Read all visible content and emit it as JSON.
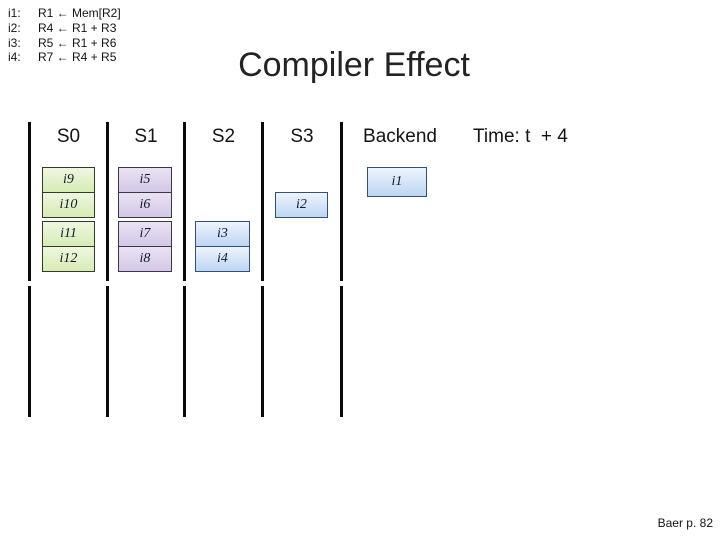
{
  "title": "Compiler Effect",
  "code_listing": [
    {
      "label": "i1:",
      "text": "R1 ← Mem[R2]"
    },
    {
      "label": "i2:",
      "text": "R4 ← R1 + R3"
    },
    {
      "label": "i3:",
      "text": "R5 ← R1 + R6"
    },
    {
      "label": "i4:",
      "text": "R7 ← R4 + R5"
    }
  ],
  "pipeline": {
    "stage_headers": [
      "S0",
      "S1",
      "S2",
      "S3"
    ],
    "backend_label": "Backend",
    "time_label": "Time: t  + 4",
    "boxes": [
      {
        "id": "i9",
        "column": 0,
        "row": 0,
        "color": "green"
      },
      {
        "id": "i10",
        "column": 0,
        "row": 1,
        "color": "green"
      },
      {
        "id": "i11",
        "column": 0,
        "row": 2,
        "color": "green"
      },
      {
        "id": "i12",
        "column": 0,
        "row": 3,
        "color": "green"
      },
      {
        "id": "i5",
        "column": 1,
        "row": 0,
        "color": "purple"
      },
      {
        "id": "i6",
        "column": 1,
        "row": 1,
        "color": "purple"
      },
      {
        "id": "i7",
        "column": 1,
        "row": 2,
        "color": "purple"
      },
      {
        "id": "i8",
        "column": 1,
        "row": 3,
        "color": "purple"
      },
      {
        "id": "i3",
        "column": 2,
        "row": 2,
        "color": "blue"
      },
      {
        "id": "i4",
        "column": 2,
        "row": 3,
        "color": "blue"
      },
      {
        "id": "i2",
        "column": 3,
        "row": 1,
        "color": "blue"
      },
      {
        "id": "i1",
        "column": 4,
        "row": 0,
        "color": "blue"
      }
    ],
    "colors": {
      "green": {
        "top": "#eff7e0",
        "bottom": "#d7ecb4",
        "border": "#333a28"
      },
      "purple": {
        "top": "#eae3f3",
        "bottom": "#d3c7e6",
        "border": "#3a3547"
      },
      "blue": {
        "top": "#edf4fd",
        "bottom": "#bdd6f2",
        "border": "#33507c"
      }
    }
  },
  "footer": {
    "text": "Baer p. 82"
  }
}
